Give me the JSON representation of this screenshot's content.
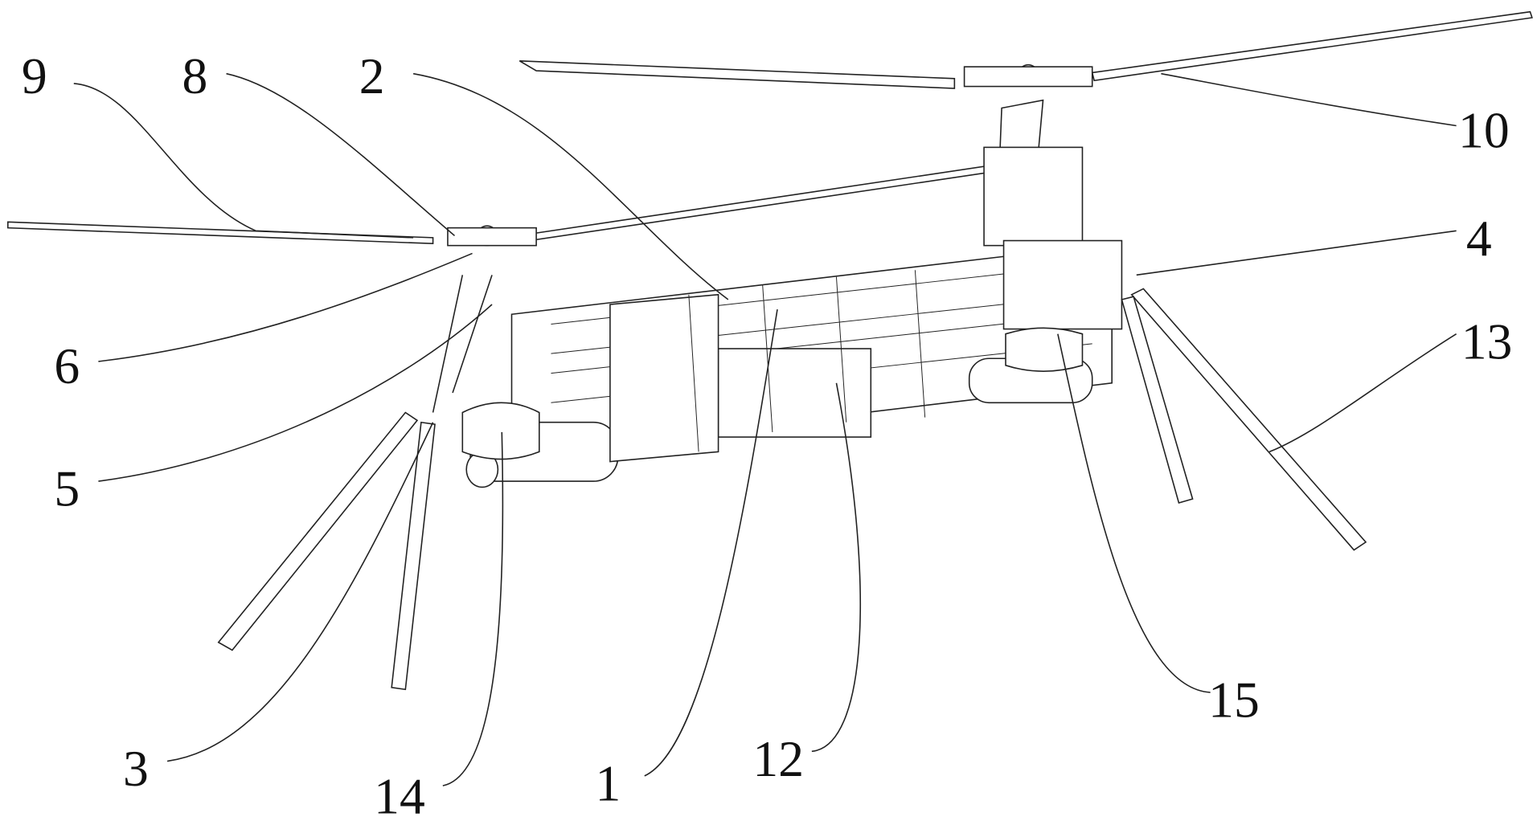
{
  "figure": {
    "type": "patent drawing - tandem rotor aircraft",
    "labels": [
      "9",
      "8",
      "2",
      "10",
      "4",
      "6",
      "13",
      "5",
      "3",
      "14",
      "1",
      "12",
      "15"
    ]
  }
}
